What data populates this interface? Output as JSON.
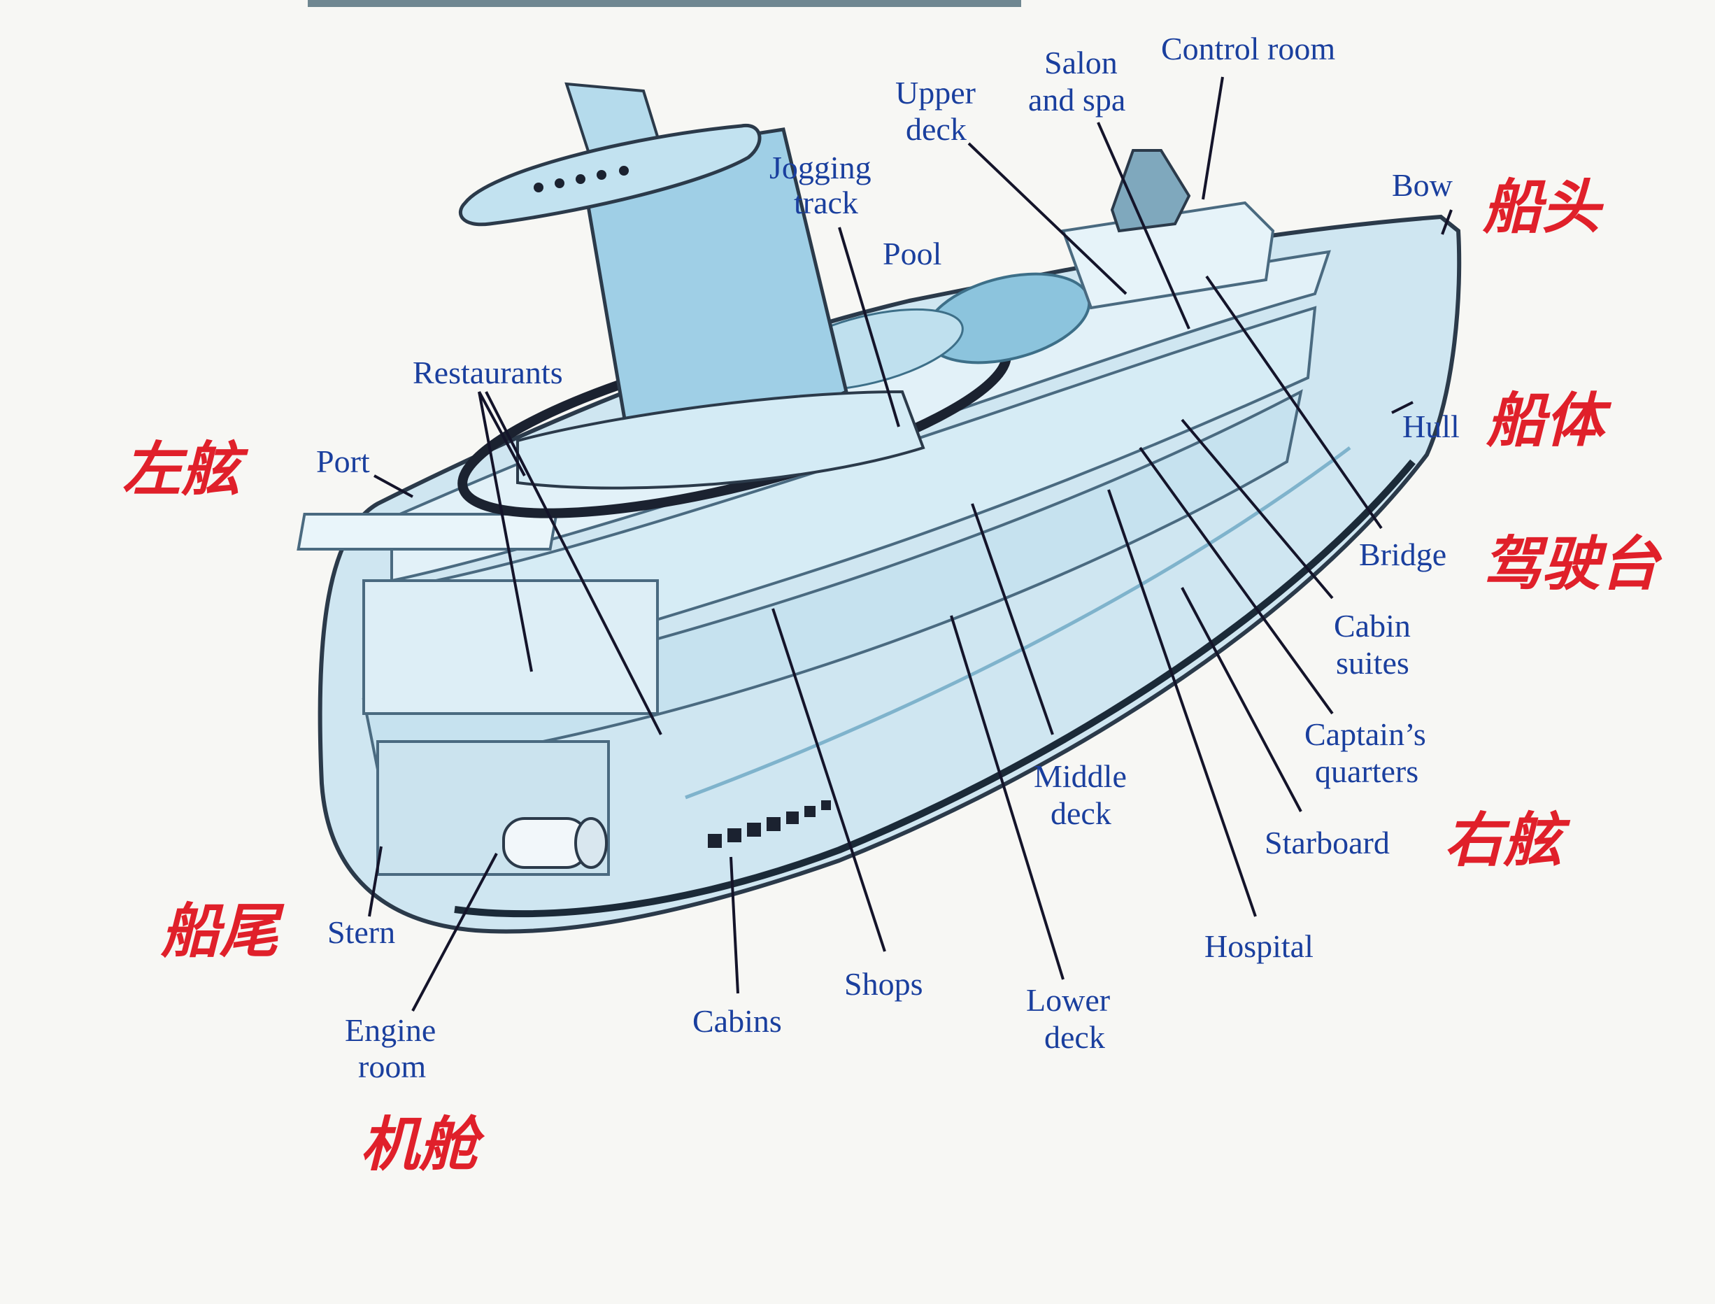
{
  "labels": {
    "control_room": "Control room",
    "salon_and_spa": [
      "Salon",
      "and spa"
    ],
    "upper_deck": [
      "Upper",
      "deck"
    ],
    "jogging_track": [
      "Jogging",
      "track"
    ],
    "pool": "Pool",
    "bow": "Bow",
    "restaurants": "Restaurants",
    "port": "Port",
    "hull": "Hull",
    "bridge": "Bridge",
    "cabin_suites": [
      "Cabin",
      "suites"
    ],
    "captains_quarters": [
      "Captain’s",
      "quarters"
    ],
    "middle_deck": [
      "Middle",
      "deck"
    ],
    "starboard": "Starboard",
    "hospital": "Hospital",
    "stern": "Stern",
    "shops": "Shops",
    "lower_deck": [
      "Lower",
      "deck"
    ],
    "cabins": "Cabins",
    "engine_room": [
      "Engine",
      "room"
    ]
  },
  "handwritten": {
    "bow": "船头",
    "hull": "船体",
    "bridge": "驾驶台",
    "starboard": "右舷",
    "port": "左舷",
    "stern": "船尾",
    "engine_room": "机舱"
  },
  "colors": {
    "label_text": "#1a3f9e",
    "handwriting": "#e0202a",
    "hull_fill": "#cfe6f1",
    "hull_stroke": "#2b3a4a",
    "deck_fill": "#e2f1f8",
    "funnel_fill": "#9fcfe6"
  }
}
